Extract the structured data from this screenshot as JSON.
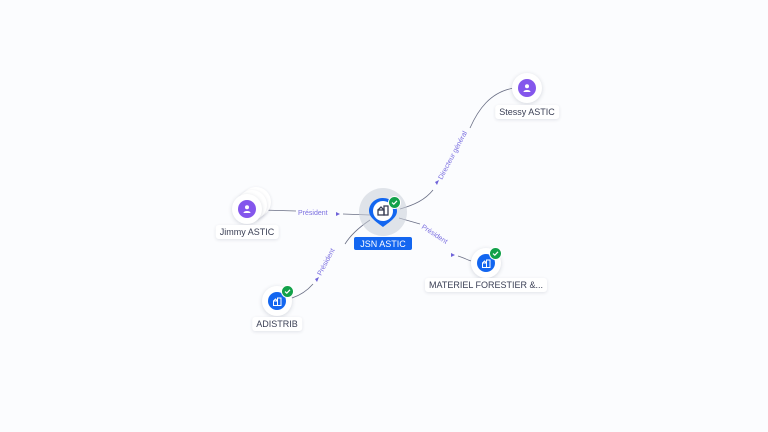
{
  "graph": {
    "center": {
      "name": "JSN ASTIC",
      "type": "company",
      "verified": true,
      "icon": "company-building-icon"
    },
    "nodes": [
      {
        "id": "jimmy",
        "name": "Jimmy ASTIC",
        "type": "person",
        "icon": "person-icon",
        "stacked": true
      },
      {
        "id": "stessy",
        "name": "Stessy ASTIC",
        "type": "person",
        "icon": "person-icon",
        "stacked": false
      },
      {
        "id": "materiel",
        "name": "MATERIEL FORESTIER &...",
        "type": "company",
        "icon": "company-building-icon",
        "verified": true
      },
      {
        "id": "adistrib",
        "name": "ADISTRIB",
        "type": "company",
        "icon": "company-building-icon",
        "verified": true
      }
    ],
    "edges": [
      {
        "from": "Jimmy ASTIC",
        "to": "JSN ASTIC",
        "label": "Président"
      },
      {
        "from": "Stessy ASTIC",
        "to": "JSN ASTIC",
        "label": "Directeur général"
      },
      {
        "from": "JSN ASTIC",
        "to": "MATERIEL FORESTIER &...",
        "label": "Président"
      },
      {
        "from": "JSN ASTIC",
        "to": "ADISTRIB",
        "label": "Président"
      }
    ]
  },
  "colors": {
    "background": "#fbfcfe",
    "person": "#8456ec",
    "company": "#1366f0",
    "verified": "#12a14a",
    "edge_label": "#7b6fe0",
    "edge_line": "#6a6f85"
  }
}
